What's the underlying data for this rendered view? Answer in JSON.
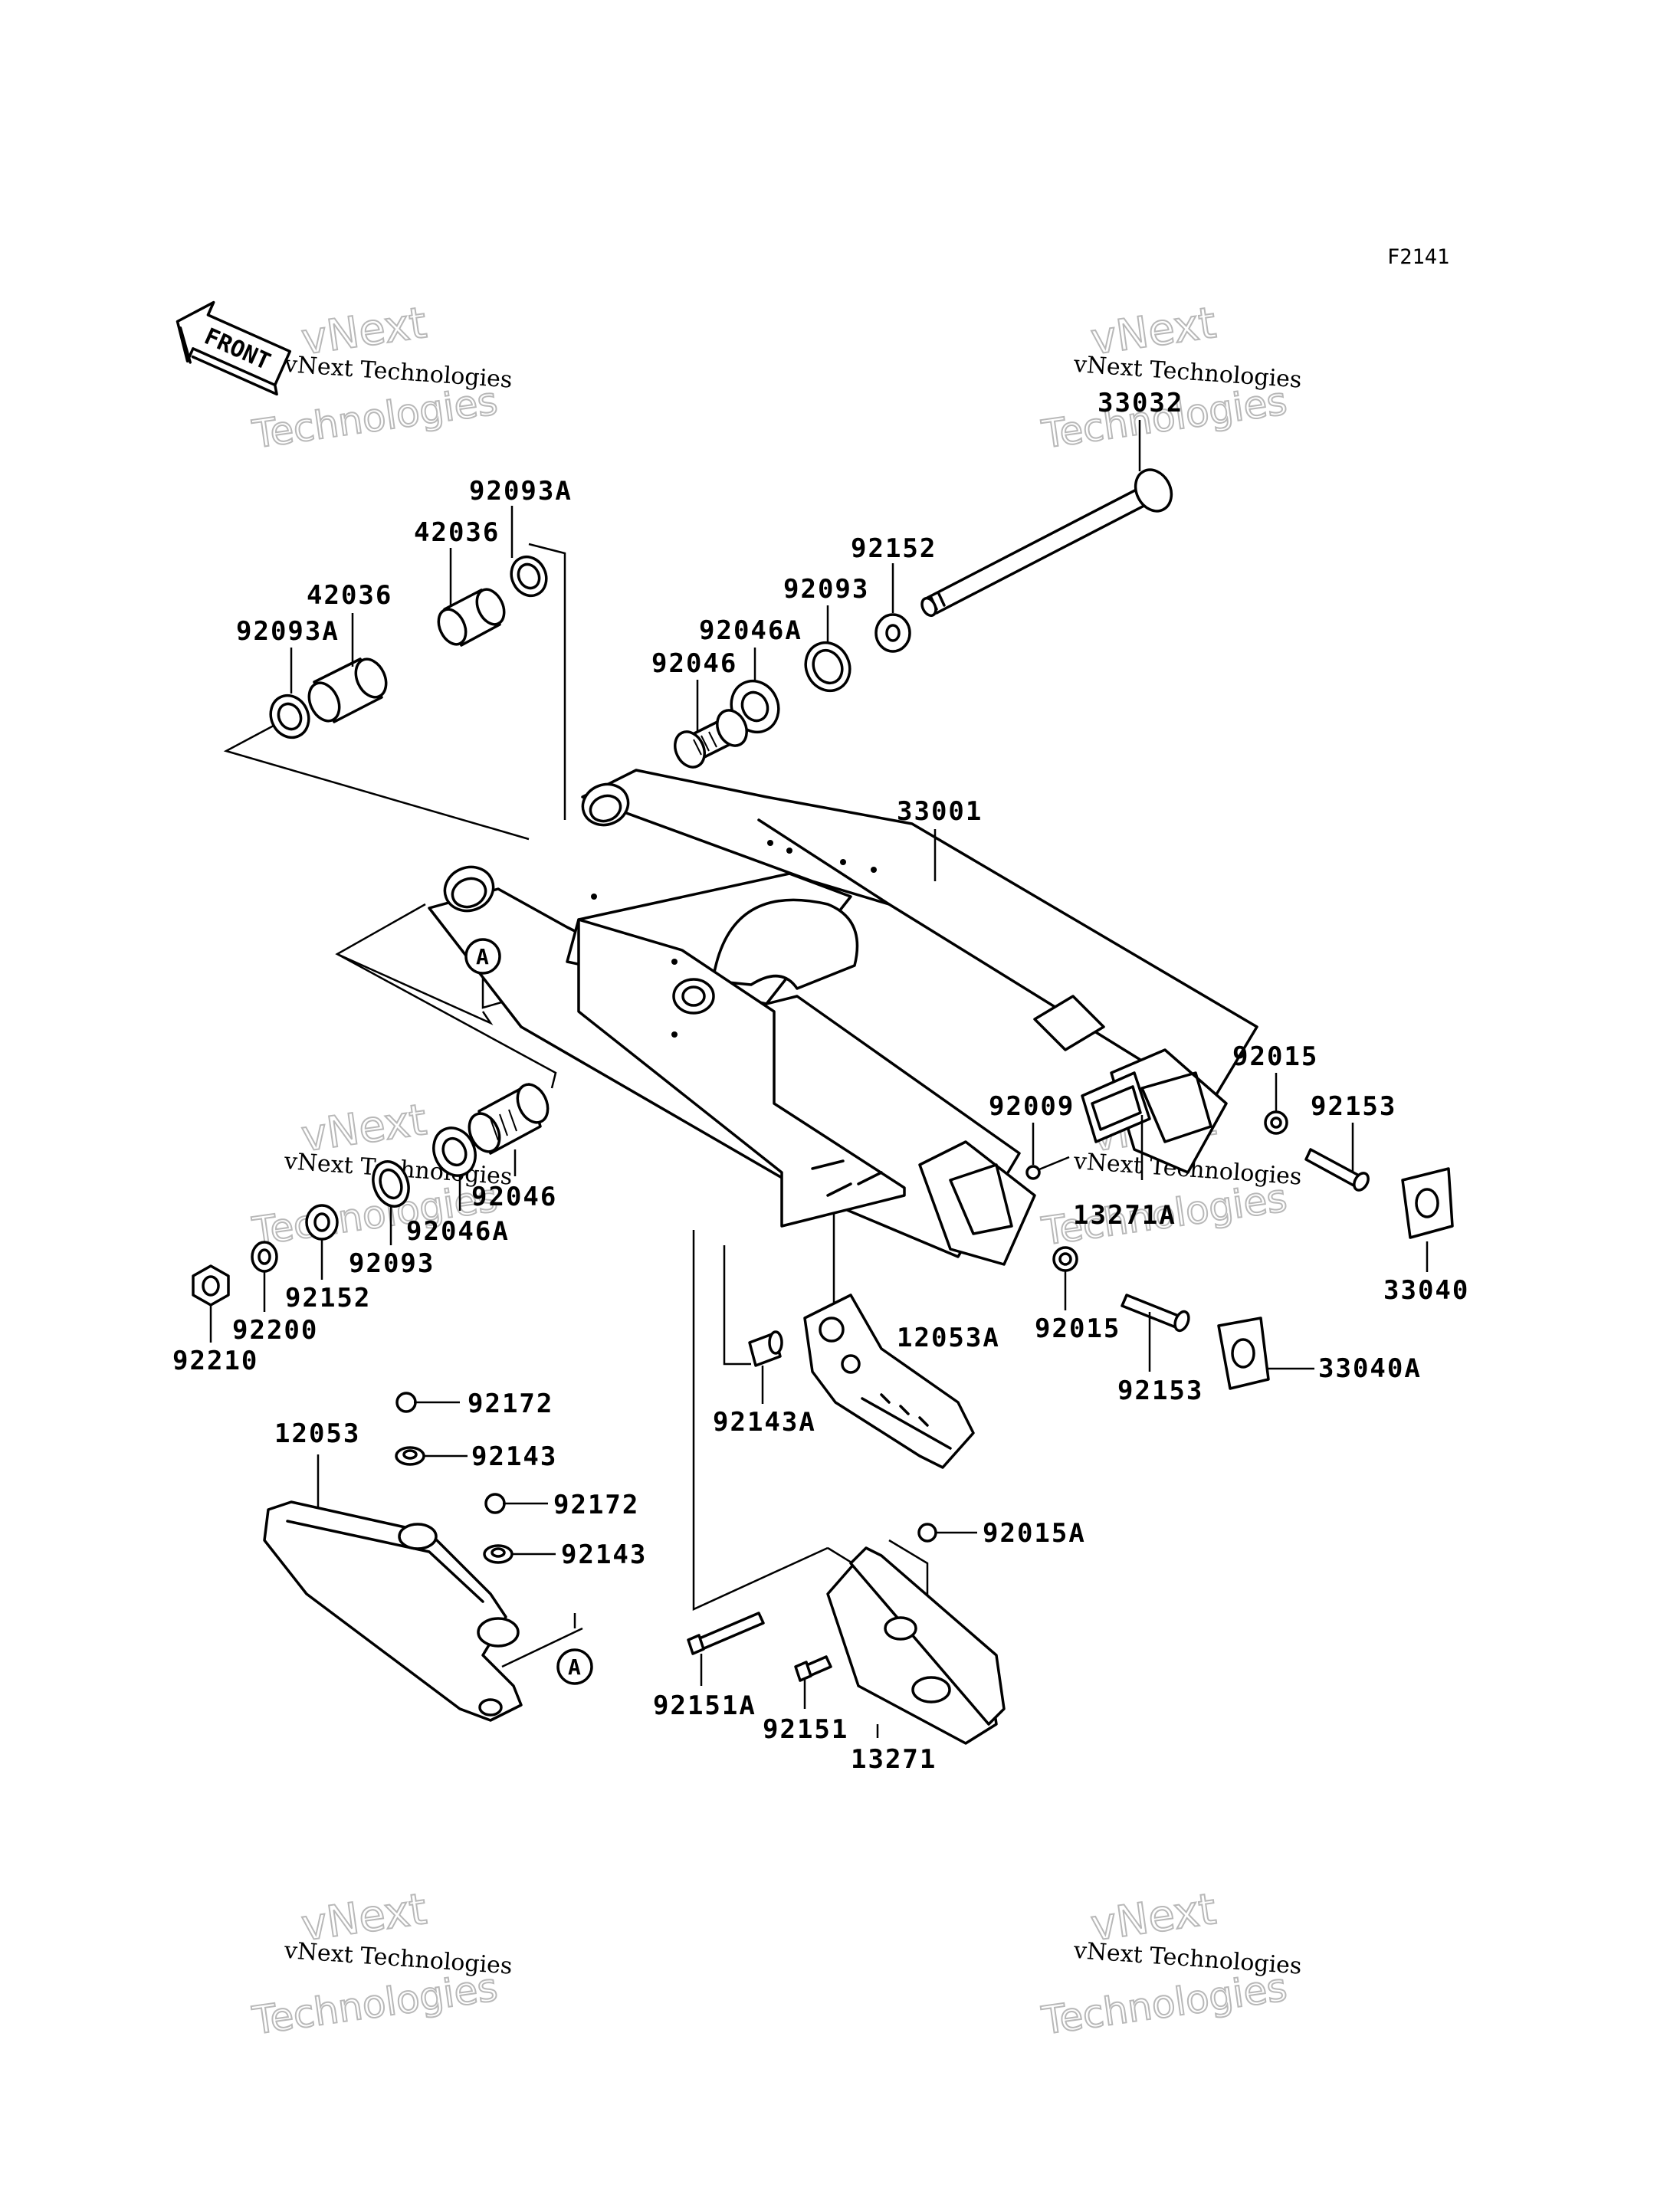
{
  "diagram_code": "F2141",
  "front_label": "FRONT",
  "reference_marker": "A",
  "watermark": {
    "line1": "vNext Technologies",
    "line2": "vNext",
    "line3": "Technologies"
  },
  "parts": {
    "p33032": "33032",
    "p92093A_top": "92093A",
    "p42036_top": "42036",
    "p92152_top": "92152",
    "p42036_mid": "42036",
    "p92093_top": "92093",
    "p92046A_top": "92046A",
    "p92093A_left": "92093A",
    "p92046_top": "92046",
    "p33001": "33001",
    "p92015_right": "92015",
    "p92153_right": "92153",
    "p92009": "92009",
    "p92046_bottom": "92046",
    "p13271A": "13271A",
    "p92046A_bottom": "92046A",
    "p92093_bottom": "92093",
    "p33040": "33040",
    "p92152_bottom": "92152",
    "p92200": "92200",
    "p92015_mid": "92015",
    "p12053A": "12053A",
    "p92210": "92210",
    "p33040A": "33040A",
    "p92153_mid": "92153",
    "p92172_top": "92172",
    "p92143A": "92143A",
    "p12053": "12053",
    "p92143_top": "92143",
    "p92172_bottom": "92172",
    "p92015A": "92015A",
    "p92143_bottom": "92143",
    "p92151A": "92151A",
    "p92151": "92151",
    "p13271": "13271"
  }
}
